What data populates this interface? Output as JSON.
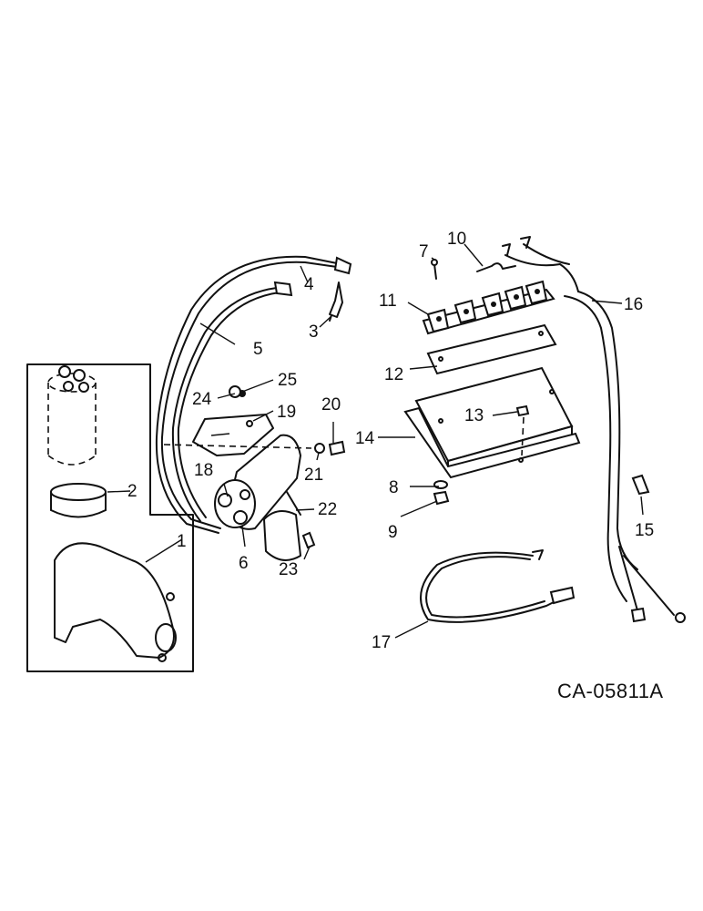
{
  "diagram": {
    "figure_code": "CA-05811A",
    "callouts": [
      "1",
      "2",
      "3",
      "4",
      "5",
      "6",
      "7",
      "8",
      "9",
      "10",
      "11",
      "12",
      "13",
      "14",
      "15",
      "16",
      "17",
      "18",
      "19",
      "20",
      "21",
      "22",
      "23",
      "24",
      "25"
    ]
  }
}
